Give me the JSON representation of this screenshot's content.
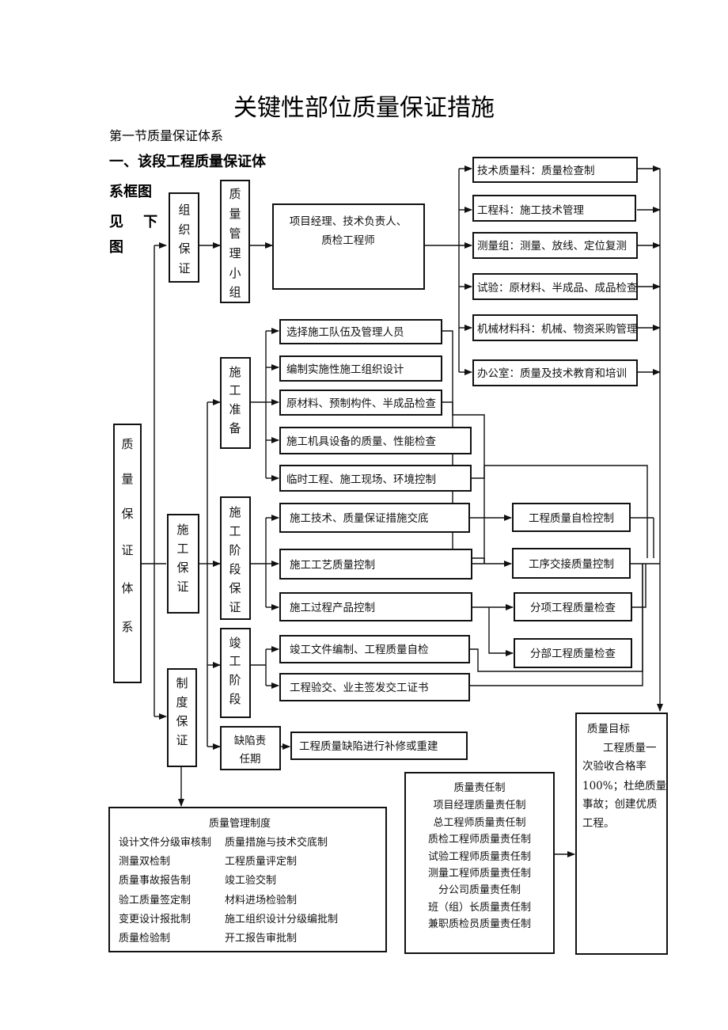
{
  "title": "关键性部位质量保证措施",
  "section": "第一节质量保证体系",
  "heading_line1": "一、该段工程质量保证体",
  "heading_line2": "系框图",
  "heading_line3": "见    下",
  "heading_line4": "图",
  "root": [
    "质",
    "量",
    "保",
    "证",
    "体",
    "系"
  ],
  "branch_org": [
    "组",
    "织",
    "保",
    "证"
  ],
  "branch_construction": [
    "施",
    "工",
    "保",
    "证"
  ],
  "branch_system": [
    "制",
    "度",
    "保",
    "证"
  ],
  "qm_group": [
    "质",
    "量",
    "管",
    "理",
    "小",
    "组"
  ],
  "managers": [
    "项目经理、技术负责人、",
    "质检工程师"
  ],
  "departments": [
    "技术质量科：质量检查制",
    "工程科：施工技术管理",
    "测量组：测量、放线、定位复测",
    "试验：原材料、半成品、成品检查",
    "机械材料科：机械、物资采购管理",
    "办公室：质量及技术教育和培训"
  ],
  "prep": [
    "施",
    "工",
    "准",
    "备"
  ],
  "prep_items": [
    "选择施工队伍及管理人员",
    "编制实施性施工组织设计",
    "原材料、预制构件、半成品检查",
    "施工机具设备的质量、性能检查",
    "临时工程、施工现场、环境控制"
  ],
  "stage": [
    "施",
    "工",
    "阶",
    "段",
    "保",
    "证"
  ],
  "stage_items": [
    "施工技术、质量保证措施交底",
    "施工工艺质量控制",
    "施工过程产品控制"
  ],
  "control_items": [
    "工程质量自检控制",
    "工序交接质量控制",
    "分项工程质量检查",
    "分部工程质量检查"
  ],
  "completion": [
    "竣",
    "工",
    "阶",
    "段"
  ],
  "completion_items": [
    "竣工文件编制、工程质量自检",
    "工程验交、业主签发交工证书"
  ],
  "defect": [
    "缺陷责",
    "任期"
  ],
  "defect_item": "工程质量缺陷进行补修或重建",
  "goal": {
    "title": "质量目标",
    "lines": [
      "工程质量一",
      "次验收合格率",
      "100%；杜绝质量",
      "事故；创建优质",
      "工程。"
    ]
  },
  "mgmt": {
    "title": "质量管理制度",
    "left": [
      "设计文件分级审核制",
      "测量双检制",
      "质量事故报告制",
      "验工质量签定制",
      "变更设计报批制",
      "质量检验制"
    ],
    "right": [
      "质量措施与技术交底制",
      "工程质量评定制",
      "竣工验交制",
      "材料进场检验制",
      "施工组织设计分级编批制",
      "开工报告审批制"
    ]
  },
  "resp": {
    "title": "质量责任制",
    "lines": [
      "项目经理质量责任制",
      "总工程师质量责任制",
      "质检工程师质量责任制",
      "试验工程师质量责任制",
      "测量工程师质量责任制",
      "分公司质量责任制",
      "班（组）长质量责任制",
      "兼职质检员质量责任制"
    ]
  }
}
